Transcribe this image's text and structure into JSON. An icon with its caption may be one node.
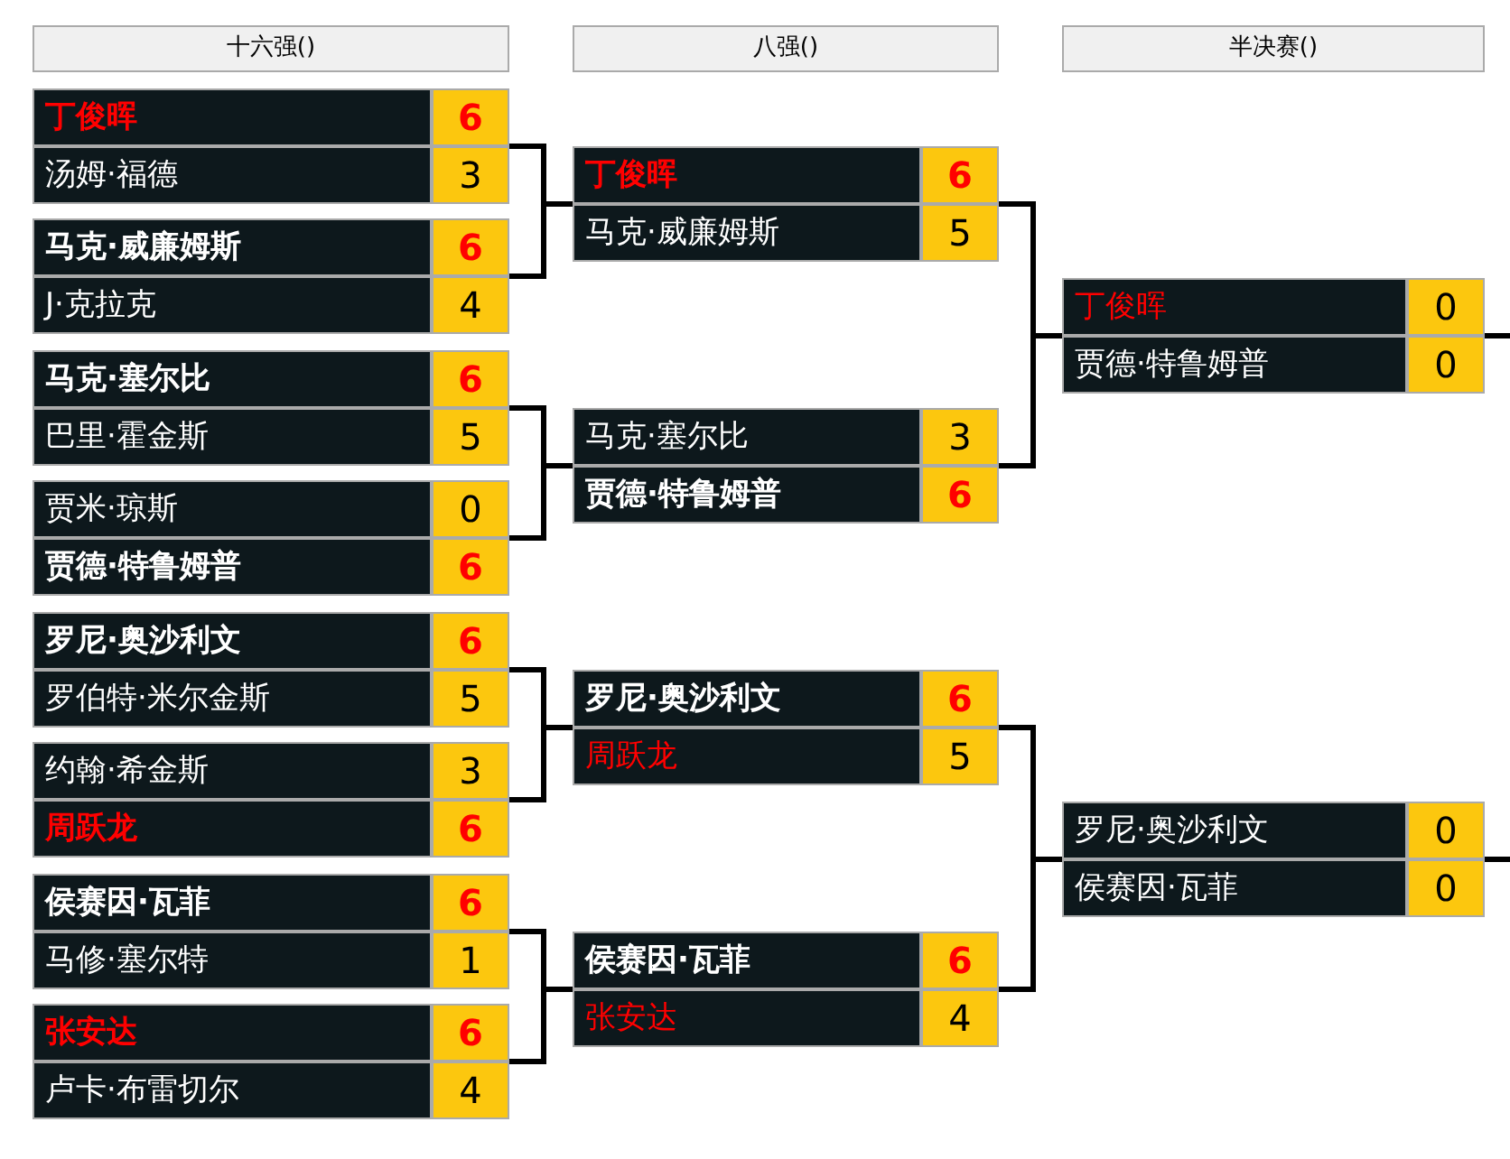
{
  "diagram": {
    "nodes": [
      {
        "text": [
          "十六强()"
        ]
      },
      {
        "text": [
          "八强()"
        ]
      },
      {
        "text": [
          "半决赛()"
        ]
      },
      {
        "text": [
          "丁俊晖",
          "6",
          "汤姆·福德",
          "3"
        ]
      },
      {
        "text": [
          "马克·威廉姆斯",
          "6",
          "J·克拉克",
          "4"
        ]
      },
      {
        "text": [
          "马克·塞尔比",
          "6",
          "巴里·霍金斯",
          "5"
        ]
      },
      {
        "text": [
          "贾米·琼斯",
          "0",
          "贾德·特鲁姆普",
          "6"
        ]
      },
      {
        "text": [
          "罗尼·奥沙利文",
          "6",
          "罗伯特·米尔金斯",
          "5"
        ]
      },
      {
        "text": [
          "约翰·希金斯",
          "3",
          "周跃龙",
          "6"
        ]
      },
      {
        "text": [
          "侯赛因·瓦菲",
          "6",
          "马修·塞尔特",
          "1"
        ]
      },
      {
        "text": [
          "张安达",
          "6",
          "卢卡·布雷切尔",
          "4"
        ]
      },
      {
        "text": [
          "丁俊晖",
          "6",
          "马克·威廉姆斯",
          "5"
        ]
      },
      {
        "text": [
          "马克·塞尔比",
          "3",
          "贾德·特鲁姆普",
          "6"
        ]
      },
      {
        "text": [
          "罗尼·奥沙利文",
          "6",
          "周跃龙",
          "5"
        ]
      },
      {
        "text": [
          "侯赛因·瓦菲",
          "6",
          "张安达",
          "4"
        ]
      },
      {
        "text": [
          "丁俊晖",
          "0",
          "贾德·特鲁姆普",
          "0"
        ]
      },
      {
        "text": [
          "罗尼·奥沙利文",
          "0",
          "侯赛因·瓦菲",
          "0"
        ]
      }
    ],
    "edges": [
      {
        "from": 3,
        "to": 11,
        "arrow": "none"
      },
      {
        "from": 4,
        "to": 11,
        "arrow": "none"
      },
      {
        "from": 5,
        "to": 12,
        "arrow": "none"
      },
      {
        "from": 6,
        "to": 12,
        "arrow": "none"
      },
      {
        "from": 7,
        "to": 13,
        "arrow": "none"
      },
      {
        "from": 8,
        "to": 13,
        "arrow": "none"
      },
      {
        "from": 9,
        "to": 14,
        "arrow": "none"
      },
      {
        "from": 10,
        "to": 14,
        "arrow": "none"
      },
      {
        "from": 11,
        "to": 15,
        "arrow": "none"
      },
      {
        "from": 12,
        "to": 15,
        "arrow": "none"
      },
      {
        "from": 13,
        "to": 16,
        "arrow": "none"
      },
      {
        "from": 14,
        "to": 16,
        "arrow": "none"
      },
      {
        "from": 15,
        "to": null,
        "arrow": "none"
      },
      {
        "from": 16,
        "to": null,
        "arrow": "none"
      }
    ]
  }
}
